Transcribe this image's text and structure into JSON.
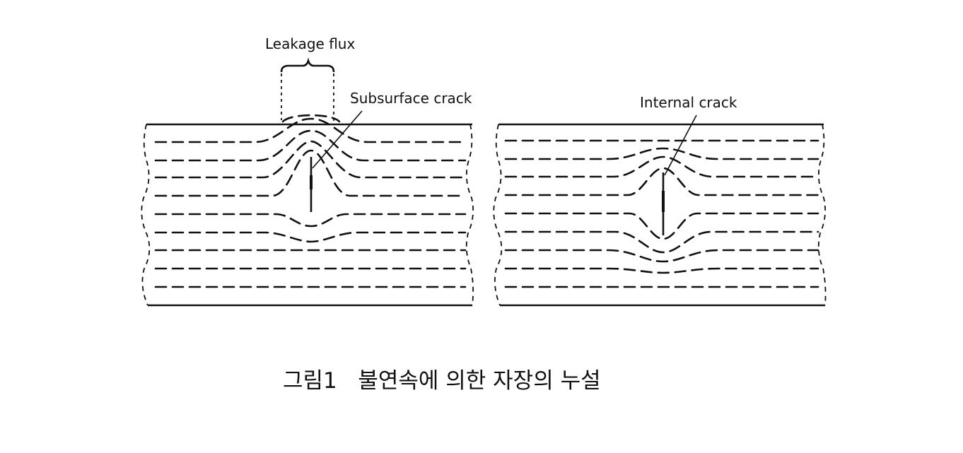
{
  "labels": {
    "leakage_flux": "Leakage flux",
    "subsurface_crack": "Subsurface crack",
    "internal_crack": "Internal crack"
  },
  "caption": "그림1   불연속에 의한 자장의 누설"
}
